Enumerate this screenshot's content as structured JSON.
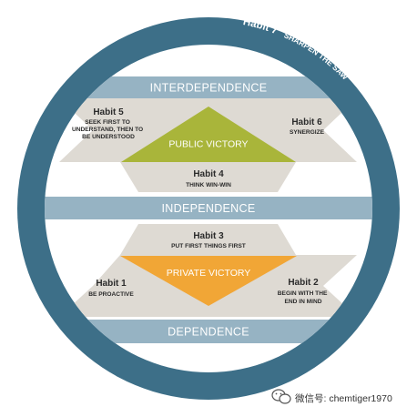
{
  "ring": {
    "habit_label": "Habit 7",
    "habit_title": "SHARPEN THE SAW"
  },
  "levels": {
    "interdependence": "INTERDEPENDENCE",
    "independence": "INDEPENDENCE",
    "dependence": "DEPENDENCE"
  },
  "victories": {
    "public": "PUBLIC VICTORY",
    "private": "PRIVATE VICTORY"
  },
  "habits": {
    "h1": {
      "label": "Habit 1",
      "lines": [
        "BE PROACTIVE"
      ]
    },
    "h2": {
      "label": "Habit 2",
      "lines": [
        "BEGIN WITH THE",
        "END IN MIND"
      ]
    },
    "h3": {
      "label": "Habit 3",
      "lines": [
        "PUT FIRST THINGS FIRST"
      ]
    },
    "h4": {
      "label": "Habit 4",
      "lines": [
        "THINK WIN-WIN"
      ]
    },
    "h5": {
      "label": "Habit 5",
      "lines": [
        "SEEK FIRST TO",
        "UNDERSTAND, THEN TO",
        "BE UNDERSTOOD"
      ]
    },
    "h6": {
      "label": "Habit 6",
      "lines": [
        "SYNERGIZE"
      ]
    }
  },
  "watermark": {
    "text": "微信号: chemtiger1970"
  },
  "colors": {
    "ring": "#3d6f88",
    "band": "#96b3c3",
    "gray": "#dedad3",
    "public_victory": "#a9b53a",
    "private_victory": "#f1a636"
  }
}
